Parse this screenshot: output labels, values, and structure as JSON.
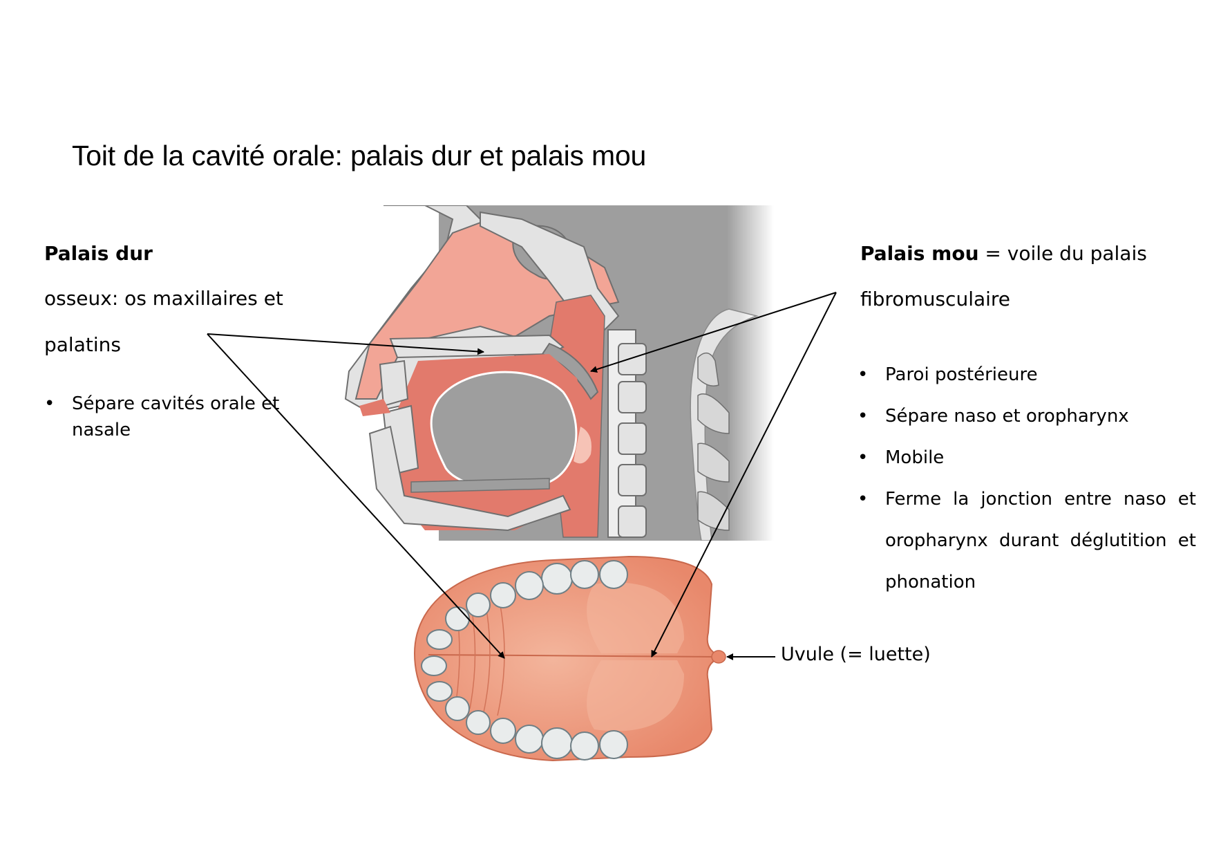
{
  "slide": {
    "title": "Toit de la cavité orale: palais dur et palais mou"
  },
  "left_panel": {
    "heading": "Palais dur",
    "line1": "osseux: os maxillaires et",
    "line2": "palatins",
    "bullets": [
      {
        "line1": "Sépare cavités orale et",
        "line2": "nasale"
      }
    ]
  },
  "right_panel": {
    "heading_bold": "Palais mou",
    "heading_rest": " = voile du palais",
    "line2": "fibromusculaire",
    "bullets": [
      {
        "text": "Paroi postérieure"
      },
      {
        "text": "Sépare naso et oropharynx"
      },
      {
        "text": "Mobile"
      },
      {
        "text": "Ferme la jonction entre naso et",
        "cont1": "oropharynx durant déglutition et",
        "cont2": "phonation"
      }
    ]
  },
  "labels": {
    "uvula": "Uvule (= luette)"
  },
  "bullet_glyph": "•",
  "figures": {
    "sagittal": {
      "name": "sagittal-head-section",
      "colors": {
        "tissue": "#f2a596",
        "muscle": "#e27a6c",
        "bone": "#e3e3e3",
        "cavity": "#9e9e9e",
        "outline": "#6f6f6f"
      }
    },
    "palate": {
      "name": "palate-inferior-view",
      "colors": {
        "mucosa": "#e8886b",
        "mucosa_light": "#f3b59c",
        "teeth": "#e9ecec"
      }
    }
  }
}
